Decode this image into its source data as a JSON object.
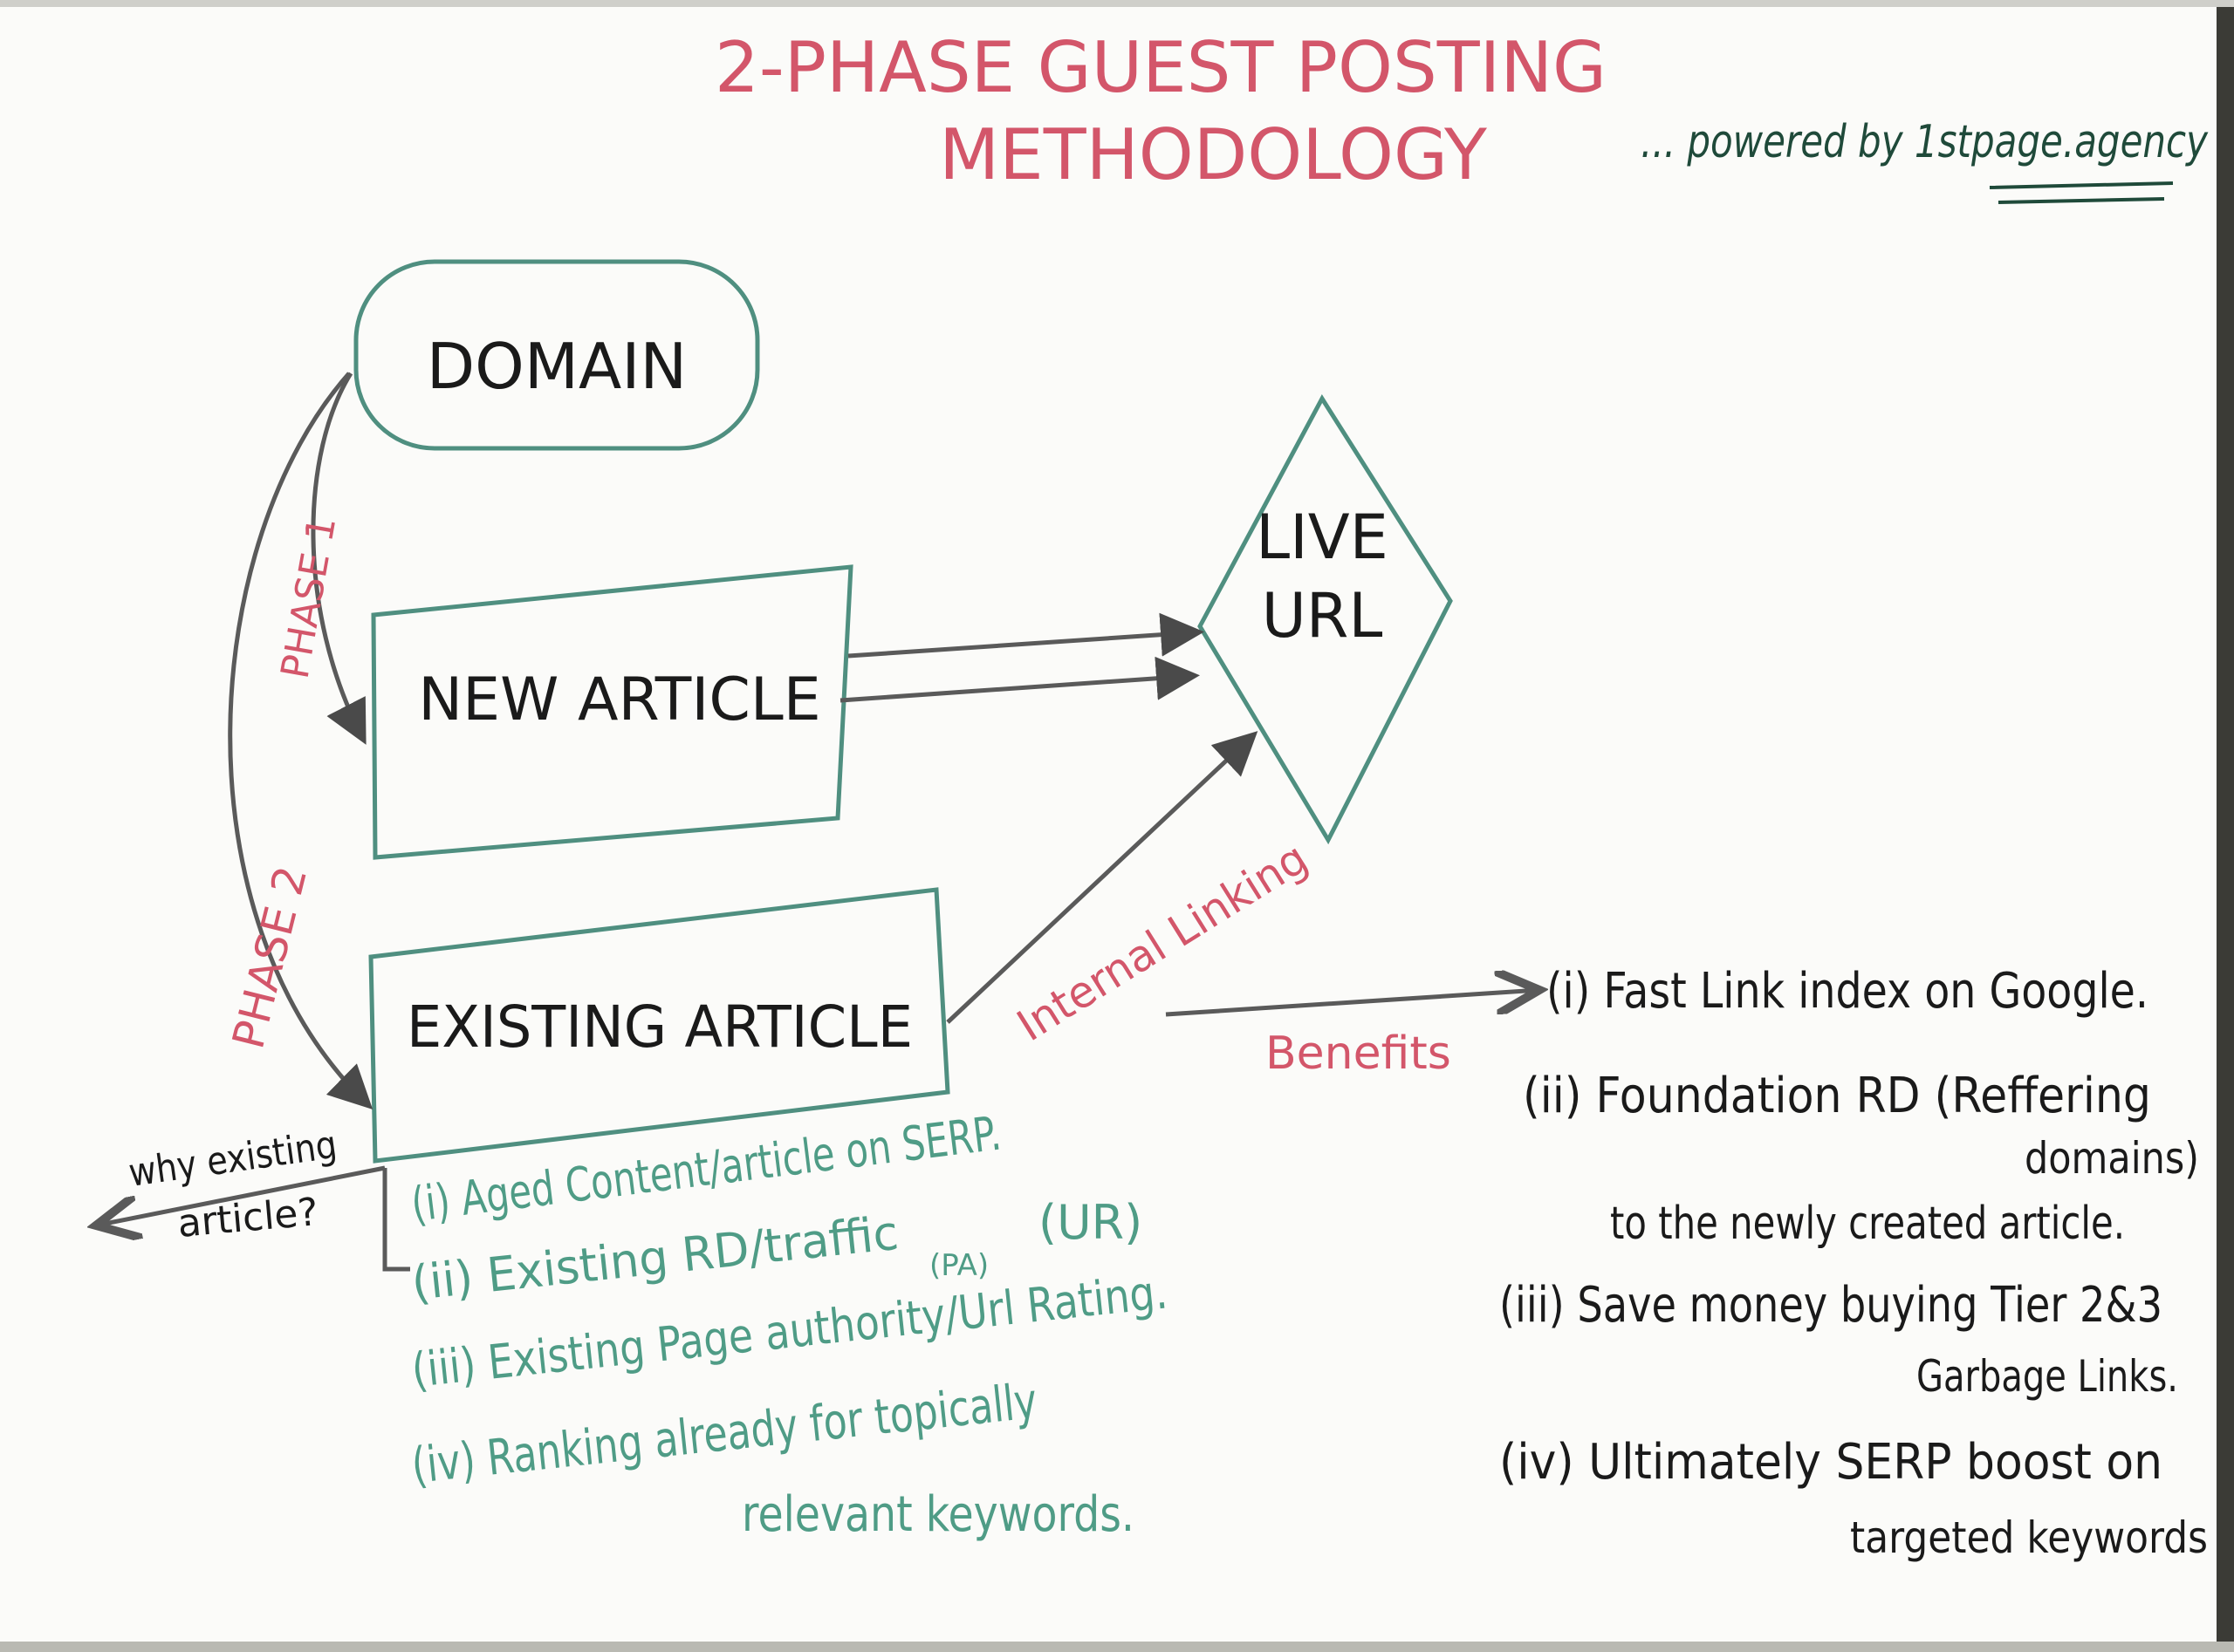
{
  "title": {
    "line1": "2-PHASE GUEST POSTING",
    "line2": "METHODOLOGY"
  },
  "credit": "... powered by 1stpage.agency",
  "nodes": {
    "domain": "DOMAIN",
    "new_article": "NEW ARTICLE",
    "existing_article": "EXISTING ARTICLE",
    "live_url": {
      "line1": "LIVE",
      "line2": "URL"
    }
  },
  "edge_labels": {
    "phase1": "PHASE 1",
    "phase2": "PHASE 2",
    "internal_linking": "Internal Linking",
    "benefits": "Benefits",
    "why_existing": {
      "line1": "why existing",
      "line2": "article?"
    }
  },
  "why_existing_reasons": [
    "(i) Aged Content/article on SERP.",
    "(ii) Existing RD/traffic",
    "(iii) Existing Page authority/Url Rating.",
    "(iv) Ranking already for topically",
    "relevant keywords."
  ],
  "reason_annotations": {
    "pa": "(PA)",
    "ur": "(UR)"
  },
  "benefits_list": [
    "(i) Fast Link index on Google.",
    "(ii) Foundation RD (Reffering",
    "domains)",
    "to the newly created article.",
    "(iii) Save money buying Tier 2&3",
    "Garbage Links.",
    "(iv) Ultimately SERP boost on",
    "targeted keywords"
  ]
}
